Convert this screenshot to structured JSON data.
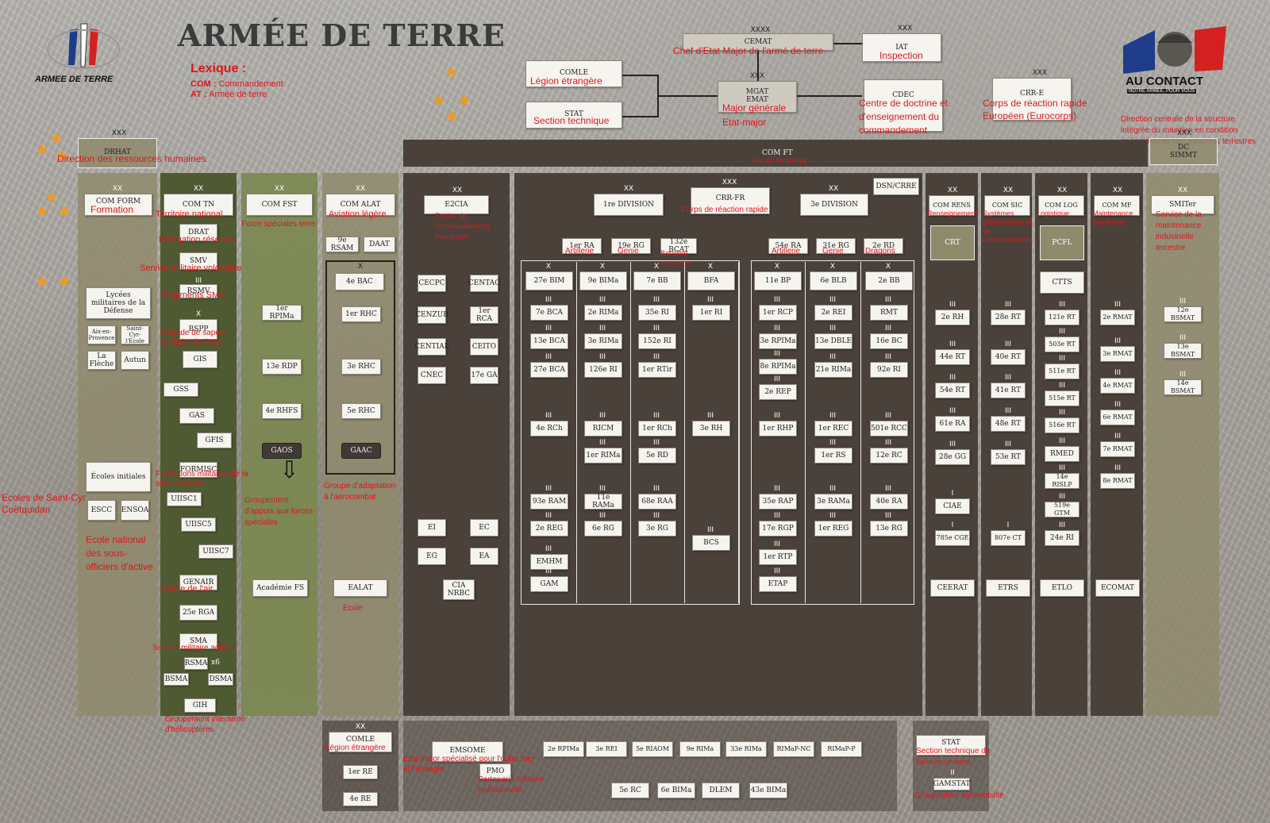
{
  "header": {
    "title": "ARMÉE DE TERRE",
    "logo_left": "ARMEE DE TERRE",
    "logo_right": "AU CONTACT",
    "logo_right_tag": "NOTRE ARMÉE, POUR VOUS"
  },
  "lexique": {
    "title": "Lexique :",
    "com_key": "COM :",
    "com_val": "Commandement",
    "at_key": "AT :",
    "at_val": "Armée de terre"
  },
  "colors": {
    "olive_light": "#8f8a6c",
    "olive_dark": "#4f5a33",
    "green": "#6b7a48",
    "brown": "#4a413a",
    "red": "#e0161e",
    "star": "#f29a1e"
  },
  "top": {
    "cemat": {
      "lvl": "XXXX",
      "name": "CEMAT",
      "desc": "Chef d'Etat Major de l'armé de terre"
    },
    "iat": {
      "lvl": "XXX",
      "name": "IAT",
      "desc": "Inspection"
    },
    "comle": {
      "name": "COMLE",
      "desc": "Légion étrangère"
    },
    "stat": {
      "name": "STAT",
      "desc": "Section technique"
    },
    "mgat": {
      "lvl": "XXX",
      "name": "MGAT",
      "name2": "EMAT",
      "desc": "Major générale",
      "desc2": "Etat-major"
    },
    "cdec": {
      "name": "CDEC",
      "desc": "Centre de doctrine et d'enseignement du commandement"
    },
    "crre": {
      "lvl": "XXX",
      "name": "CRR-E",
      "desc": "Corps de réaction rapide Européen (Eurocorps)"
    },
    "dcsimmt": {
      "lvl": "XXX",
      "name": "DC",
      "name2": "SIMMT",
      "desc": "Direction centrale de la structure intégrée du maintien en condition opérationnelle des matériels terrestres"
    },
    "drhat": {
      "lvl": "XXX",
      "name": "DRHAT",
      "desc": "Direction des ressources humaines"
    },
    "comft": {
      "name": "COM FT",
      "desc": "Forces terrestres"
    }
  },
  "comform": {
    "lvl": "XX",
    "name": "COM FORM",
    "desc": "Formation",
    "lycees": "Lycées militaires de la Défense",
    "aix": "Aix-en-Provence",
    "stcyr": "Saint-Cyr-l'Ecole",
    "lafleche": "La Flèche",
    "autun": "Autun",
    "ecoles": "Écoles initiales",
    "escc": "ESCC",
    "ensoa": "ENSOA",
    "desc_stcyr": "Ecoles de Saint-Cyr Coëtquidan",
    "desc_ensoa": "Ecole national des sous-officiers d'active"
  },
  "comtn": {
    "lvl": "XX",
    "name": "COM TN",
    "desc": "Territoire national",
    "drat": "DRAT",
    "drat_desc": "Délégation réserves",
    "smv": "SMV",
    "smv_desc": "Service militaire volontaire",
    "rsmv": "RSMV",
    "rsmv_desc": "Régiments SMV",
    "bspp": "BSPP",
    "bspp_desc": "Brigade de sapeur pompier de Paris",
    "gis": "GIS",
    "gss": "GSS",
    "gas": "GAS",
    "gfis": "GFIS",
    "formisc": "FORMISC",
    "formisc_desc": "Formations militaires de la sécurité civile",
    "uisc1": "UIISC1",
    "uisc5": "UIISC5",
    "uisc7": "UIISC7",
    "genair": "GENAIR",
    "genair_desc": "Génie de l'air",
    "rga": "25e RGA",
    "sma": "SMA",
    "sma_desc": "Service militaire adapté",
    "rsma": "RSMA",
    "x6": "x6",
    "bsma": "BSMA",
    "dsma": "DSMA",
    "gih": "GIH",
    "gih_desc": "Groupement interarmé d'hélicoptères"
  },
  "comfst": {
    "lvl": "XX",
    "name": "COM FST",
    "desc": "Force spéciales  terre",
    "rpima": "1er RPIMa",
    "rdp": "13e RDP",
    "rhfs": "4e RHFS",
    "gaos": "GAOS",
    "gaos_desc": "Groupement d'appuis aux forces spéciales",
    "acad": "Académie FS"
  },
  "comalat": {
    "lvl": "XX",
    "name": "COM ALAT",
    "desc": "Aviation légère",
    "rsam": "9e RSAM",
    "daat": "DAAT",
    "bac": "4e BAC",
    "rhc1": "1er RHC",
    "rhc3": "3e RHC",
    "rhc5": "5e RHC",
    "gaac": "GAAC",
    "gaac_desc": "Groupe d'adaptation à l'aérocombat",
    "ealat": "EALAT",
    "ealat_desc": "Ecole"
  },
  "e2cia": {
    "lvl": "XX",
    "name": "E2CIA",
    "desc": "Ecoles de commandements interarmés",
    "items": [
      "CECPC",
      "CENTAC",
      "CENZUB",
      "1er RCA",
      "CENTIAL",
      "CEITO",
      "CNEC",
      "17e GA",
      "EI",
      "EC",
      "EG",
      "EA",
      "CIA NRBC"
    ]
  },
  "divisions": {
    "d1": "1re DIVISION",
    "crrfr": "CRR-FR",
    "crrfr_desc": "Corps de réaction rapide",
    "d3": "3e DIVISION",
    "dsn": "DSN/CRRE",
    "ra1": "1er RA",
    "ra1_desc": "Artillerie",
    "rg19": "19e RG",
    "rg19_desc": "Genie",
    "bcat": "132e BCAT",
    "bcat_desc": "Bataillon cynophile",
    "ra54": "54e RA",
    "ra54_desc": "Artillerie",
    "rg31": "31e RG",
    "rg31_desc": "Genie",
    "rd2": "2e RD",
    "rd2_desc": "Dragons"
  },
  "brigades": [
    {
      "name": "27e BIM",
      "units": [
        "7e BCA",
        "13e BCA",
        "27e BCA",
        "4e RCh",
        "93e RAM",
        "2e REG",
        "EMHM",
        "GAM"
      ]
    },
    {
      "name": "9e BIMa",
      "units": [
        "2e RIMa",
        "3e RIMa",
        "126e RI",
        "RICM",
        "1er RIMa",
        "11e RAMa",
        "6e RG"
      ]
    },
    {
      "name": "7e BB",
      "units": [
        "35e RI",
        "152e RI",
        "1er RTir",
        "1er RCh",
        "5e RD",
        "68e RAA",
        "3e RG"
      ]
    },
    {
      "name": "BFA",
      "units": [
        "1er RI",
        "3e RH",
        "BCS"
      ]
    },
    {
      "name": "11e BP",
      "units": [
        "1er RCP",
        "3e RPIMa",
        "8e RPIMa",
        "2e REP",
        "1er RHP",
        "35e RAP",
        "17e RGP",
        "1er RTP",
        "ETAP"
      ]
    },
    {
      "name": "6e BLB",
      "units": [
        "2e REI",
        "13e DBLE",
        "21e RIMa",
        "1er REC",
        "1er RS",
        "3e RAMa",
        "1er REG"
      ]
    },
    {
      "name": "2e BB",
      "units": [
        "RMT",
        "16e BC",
        "92e RI",
        "501e RCC",
        "12e RC",
        "40e RA",
        "13e RG"
      ]
    }
  ],
  "comrens": {
    "lvl": "XX",
    "name": "COM RENS",
    "desc": "Renseignement",
    "crt": "CRT",
    "units": [
      "2e RH",
      "44e RT",
      "54e RT",
      "61e RA",
      "28e GG",
      "CIAE",
      "785e CGE"
    ],
    "school": "CEERAT"
  },
  "comsic": {
    "lvl": "XX",
    "name": "COM SIC",
    "desc": "Systèmes d'information et de communication",
    "units": [
      "28e RT",
      "40e RT",
      "41e RT",
      "48e RT",
      "53e RT",
      "807e CT"
    ],
    "school": "ETRS"
  },
  "comlog": {
    "lvl": "XX",
    "name": "COM LOG",
    "desc": "Logistique",
    "pcfl": "PCFL",
    "ctts": "CTTS",
    "units": [
      "121e RT",
      "503e RT",
      "511e RT",
      "515e RT",
      "516e RT",
      "RMED",
      "14e RISLP",
      "519e GTM",
      "24e RI"
    ],
    "school": "ETLO"
  },
  "commf": {
    "lvl": "XX",
    "name": "COM MF",
    "desc": "Maintenance des forces",
    "units": [
      "2e RMAT",
      "3e RMAT",
      "4e RMAT",
      "6e RMAT",
      "7e RMAT",
      "8e RMAT"
    ],
    "school": "ECOMAT"
  },
  "smiter": {
    "lvl": "XX",
    "name": "SMITer",
    "desc": "Service de la maintenance industrielle terrestre",
    "units": [
      "12e BSMAT",
      "13e BSMAT",
      "14e BSMAT"
    ]
  },
  "bottom": {
    "comle": {
      "lvl": "XX",
      "name": "COMLE",
      "desc": "Légion étrangère",
      "units": [
        "1er RE",
        "4e RE"
      ]
    },
    "emsome": {
      "name": "EMSOME",
      "desc": "Etat-major spécialisé pour l'outre mer et l'étranger",
      "pmo": "PMO",
      "pmo_desc": "Partenaria militaire opérationnel",
      "row1": [
        "2e RPIMa",
        "3e REI",
        "5e RIAOM",
        "9e RIMa",
        "33e RIMa",
        "RIMaP-NC",
        "RIMaP-P"
      ],
      "row2": [
        "5e RC",
        "6e BIMa",
        "DLEM",
        "43e BIMa"
      ]
    },
    "stat": {
      "name": "STAT",
      "desc": "Section technique de l'armée de terre",
      "gamstat": "GAMSTAT",
      "gamstat_desc": "Groupement aéromobilité"
    }
  },
  "levels": {
    "x": "X",
    "xx": "XX",
    "iii": "III",
    "ii": "II",
    "i": "I"
  }
}
